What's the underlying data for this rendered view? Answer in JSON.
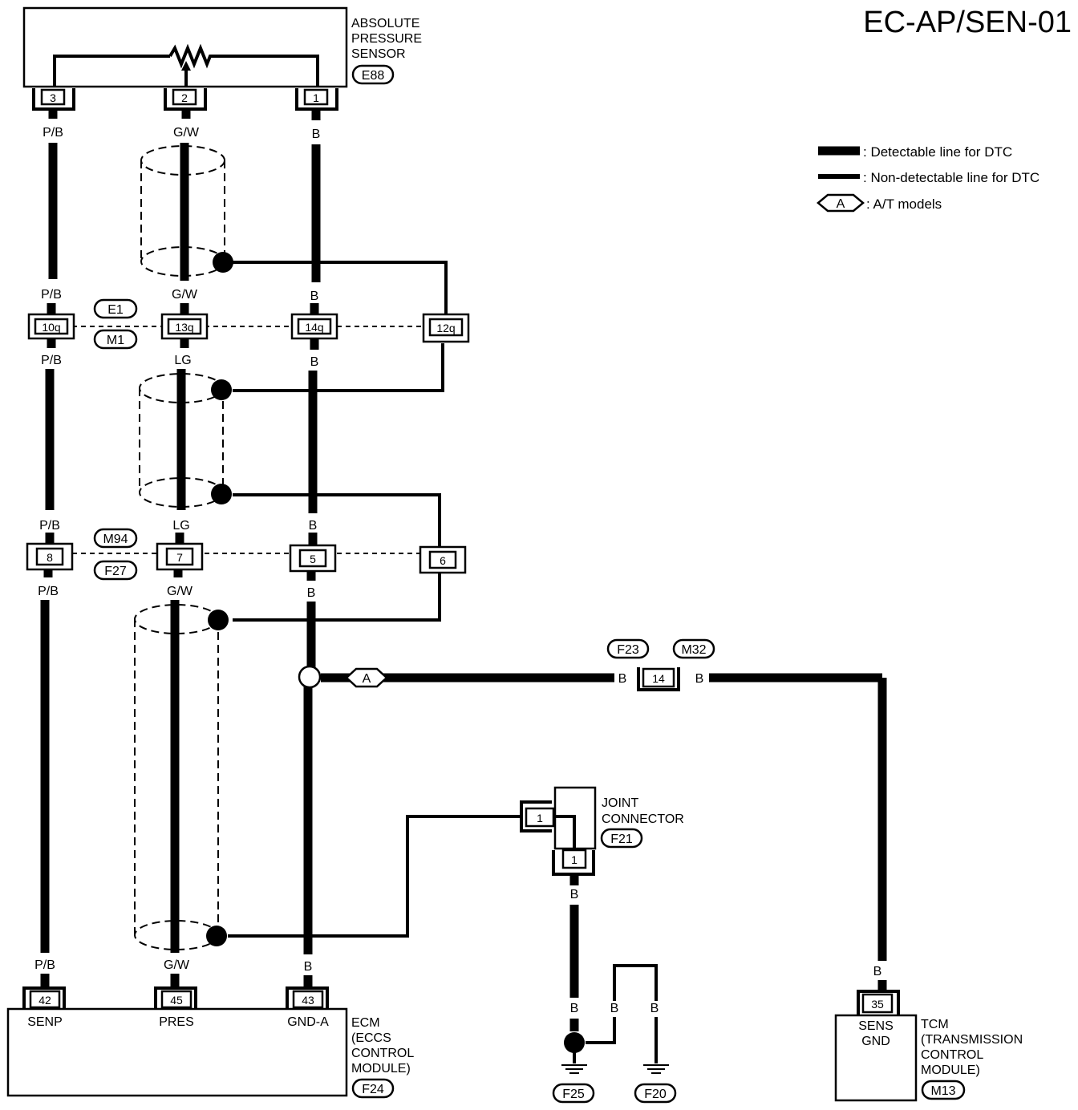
{
  "title": "EC-AP/SEN-01",
  "legend": {
    "detectable": ": Detectable line for DTC",
    "non_detectable": ": Non-detectable line for DTC",
    "at_symbol": "A",
    "at_models": ": A/T models"
  },
  "sensor": {
    "name_lines": [
      "ABSOLUTE",
      "PRESSURE",
      "SENSOR"
    ],
    "connector": "E88",
    "pins": [
      "3",
      "2",
      "1"
    ]
  },
  "wires": {
    "pb": "P/B",
    "gw": "G/W",
    "b": "B",
    "lg": "LG"
  },
  "connectors": {
    "upper_tags": [
      "E1",
      "M1"
    ],
    "upper_pins": [
      "10q",
      "13q",
      "14q",
      "12q"
    ],
    "lower_tags": [
      "M94",
      "F27"
    ],
    "lower_pins": [
      "8",
      "7",
      "5",
      "6"
    ],
    "at_tags": [
      "F23",
      "M32"
    ],
    "at_pin": "14"
  },
  "joint": {
    "name_lines": [
      "JOINT",
      "CONNECTOR"
    ],
    "connector": "F21",
    "pin_left": "1",
    "pin_bottom": "1"
  },
  "ecm": {
    "pins": [
      "42",
      "45",
      "43"
    ],
    "terminals": [
      "SENP",
      "PRES",
      "GND-A"
    ],
    "name_lines": [
      "ECM",
      "(ECCS",
      "CONTROL",
      "MODULE)"
    ],
    "connector": "F24"
  },
  "grounds": [
    "F25",
    "F20"
  ],
  "tcm": {
    "pin": "35",
    "terminal_lines": [
      "SENS",
      "GND"
    ],
    "name_lines": [
      "TCM",
      "(TRANSMISSION",
      "CONTROL",
      "MODULE)"
    ],
    "connector": "M13"
  }
}
